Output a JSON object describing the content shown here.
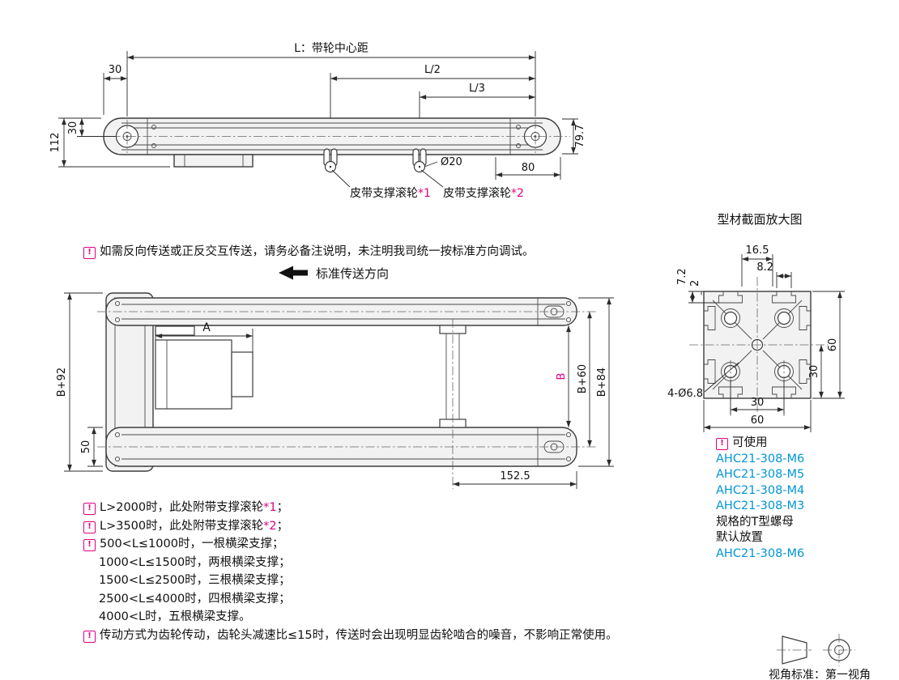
{
  "icons": {
    "warning": "!"
  },
  "colors": {
    "accent_magenta": "#e4007f",
    "link_blue": "#0096d6",
    "line": "#3d3d3d"
  },
  "top_view": {
    "dim_center_distance": "L：带轮中心距",
    "dim_30_h": "30",
    "dim_half": "L/2",
    "dim_third": "L/3",
    "dim_30_v": "30",
    "dim_112": "112",
    "dim_79_7": "79.7",
    "dim_dia20": "Ø20",
    "dim_80": "80",
    "roller1_label": "皮带支撑滚轮",
    "roller1_ref": "*1",
    "roller2_label": "皮带支撑滚轮",
    "roller2_ref": "*2"
  },
  "middle": {
    "reverse_note": "如需反向传送或正反交互传送，请务必备注说明，未注明我司统一按标准方向调试。",
    "direction_label": "标准传送方向"
  },
  "plan_view": {
    "dim_A": "A",
    "dim_B92": "B+92",
    "dim_50": "50",
    "dim_B": "B",
    "dim_B60": "B+60",
    "dim_B84": "B+84",
    "dim_152_5": "152.5"
  },
  "section": {
    "title": "型材截面放大图",
    "dim_16_5": "16.5",
    "dim_8_2": "8.2",
    "dim_7_2": "7.2",
    "dim_2": "2",
    "dim_30_right": "30",
    "dim_60_right": "60",
    "dim_holes": "4-Ø6.8",
    "dim_30_bottom": "30",
    "dim_60_bottom": "60"
  },
  "tnut": {
    "intro": "可使用",
    "links": [
      "AHC21-308-M6",
      "AHC21-308-M5",
      "AHC21-308-M4",
      "AHC21-308-M3"
    ],
    "spec_line": "规格的T型螺母",
    "default_line": "默认放置",
    "default_link": "AHC21-308-M6"
  },
  "notes": [
    {
      "text": "L>2000时，此处附带支撑滚轮",
      "ref": "*1",
      "suffix": "；"
    },
    {
      "text": "L>3500时，此处附带支撑滚轮",
      "ref": "*2",
      "suffix": "；"
    },
    {
      "text": "500<L≤1000时，一根横梁支撑；"
    },
    {
      "text": "1000<L≤1500时，两根横梁支撑；"
    },
    {
      "text": "1500<L≤2500时，三根横梁支撑；"
    },
    {
      "text": "2500<L≤4000时，四根横梁支撑；"
    },
    {
      "text": "4000<L时，五根横梁支撑。"
    },
    {
      "text": "传动方式为齿轮传动，齿轮头减速比≤15时，传送时会出现明显齿轮啮合的噪音，不影响正常使用。"
    }
  ],
  "footer": {
    "view_standard": "视角标准：第一视角"
  }
}
